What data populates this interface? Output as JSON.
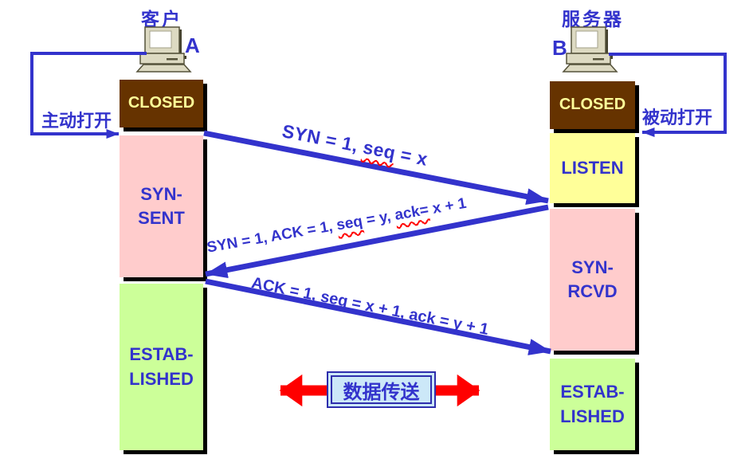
{
  "diagram": {
    "client": {
      "title": "客户",
      "host": "A",
      "open_action": "主动打开",
      "states": {
        "closed": "CLOSED",
        "syn_sent": [
          "SYN-",
          "SENT"
        ],
        "established": [
          "ESTAB-",
          "LISHED"
        ]
      }
    },
    "server": {
      "title": "服务器",
      "host": "B",
      "open_action": "被动打开",
      "states": {
        "closed": "CLOSED",
        "listen": "LISTEN",
        "syn_rcvd": [
          "SYN-",
          "RCVD"
        ],
        "established": [
          "ESTAB-",
          "LISHED"
        ]
      }
    },
    "messages": [
      {
        "id": "syn",
        "parts": [
          {
            "t": "SYN = 1, "
          },
          {
            "t": "seq",
            "misspelled": true
          },
          {
            "t": " = x"
          }
        ]
      },
      {
        "id": "syn-ack",
        "parts": [
          {
            "t": "SYN = 1, ACK = 1, "
          },
          {
            "t": "seq",
            "misspelled": true
          },
          {
            "t": " = y, "
          },
          {
            "t": "ack=",
            "misspelled": true
          },
          {
            "t": " x + 1"
          }
        ]
      },
      {
        "id": "ack",
        "parts": [
          {
            "t": "ACK = 1, seq = x + 1, ack = y + 1"
          }
        ]
      }
    ],
    "data_transfer": "数据传送",
    "icons": {
      "client": "computer-icon",
      "server": "computer-icon"
    },
    "colors": {
      "arrow_blue": "#3333CC",
      "closed_box": "#663300",
      "closed_text": "#FFFF99",
      "listen_box": "#FFFF99",
      "syn_box": "#FFCCCC",
      "established_box": "#CCFF99",
      "data_arrow_red": "#FF0000",
      "data_label_bg": "#CCE8F8",
      "spellcheck_squiggle": "#FF0000",
      "box_shadow": "#000000",
      "computer_body": "#DDDAC2"
    }
  }
}
